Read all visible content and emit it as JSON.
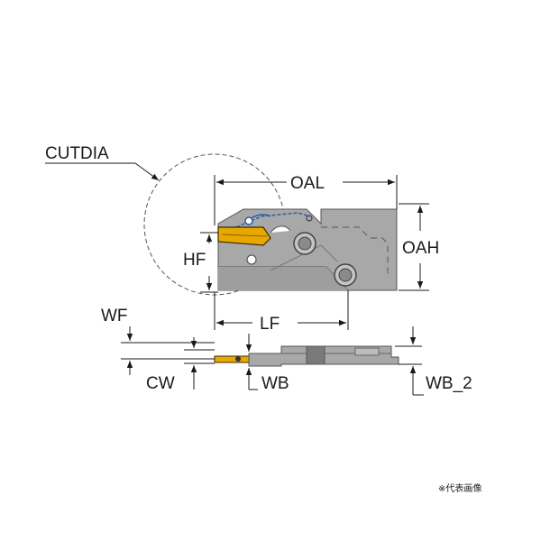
{
  "labels": {
    "cutdia": "CUTDIA",
    "oal": "OAL",
    "hf": "HF",
    "oah": "OAH",
    "lf": "LF",
    "wf": "WF",
    "cw": "CW",
    "wb": "WB",
    "wb2": "WB_2"
  },
  "note": "※代表画像",
  "colors": {
    "body": "#a8a8a8",
    "body_dark": "#6e6e6e",
    "insert": "#e8a800",
    "clamp_blue": "#2b5fa8",
    "dim_line": "#1a1a1a"
  }
}
